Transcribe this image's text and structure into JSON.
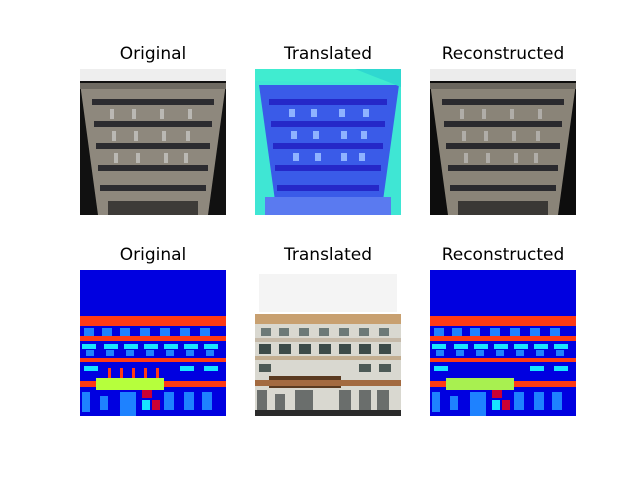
{
  "figure": {
    "rows": [
      {
        "panels": [
          {
            "title": "Original",
            "image": "photo of a multi-storey office building facade, grey stone, perspective view with black corners"
          },
          {
            "title": "Translated",
            "image": "false-colour label map of the building in blue, cyan and green"
          },
          {
            "title": "Reconstructed",
            "image": "reconstructed photo of the building facade"
          }
        ]
      },
      {
        "panels": [
          {
            "title": "Original",
            "image": "facade label map: blue background, red bands, cyan windows, yellow-green balcony"
          },
          {
            "title": "Translated",
            "image": "synthesized photo of a white building with rows of windows and a brown balcony"
          },
          {
            "title": "Reconstructed",
            "image": "reconstructed facade label map"
          }
        ]
      }
    ]
  },
  "colors": {
    "label_background": "#0000e0",
    "label_red": "#ff3a14",
    "label_cyan": "#17e3ff",
    "label_blue_window": "#1e82ff",
    "label_yellow_green": "#b6ff3c"
  }
}
